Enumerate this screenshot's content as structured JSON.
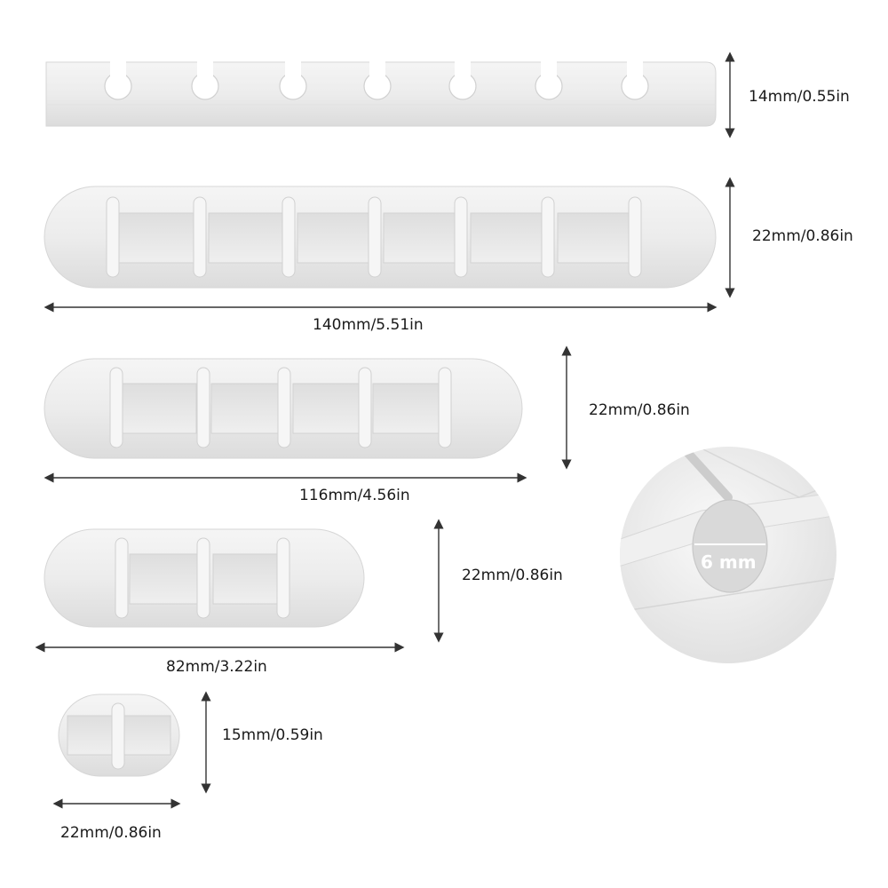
{
  "dimensions": {
    "bar_top_height": "14mm/0.55in",
    "bar_7_height": "22mm/0.86in",
    "bar_7_width": "140mm/5.51in",
    "bar_5_height": "22mm/0.86in",
    "bar_5_width": "116mm/4.56in",
    "bar_3_height": "22mm/0.86in",
    "bar_3_width": "82mm/3.22in",
    "clip_1_height": "15mm/0.59in",
    "clip_1_width": "22mm/0.86in"
  },
  "detail": {
    "hole_label": "6 mm"
  },
  "colors": {
    "plastic": "#ebebeb",
    "plastic_shadow": "#d9d9d9",
    "arrow": "#333333",
    "text": "#1a1a1a"
  }
}
